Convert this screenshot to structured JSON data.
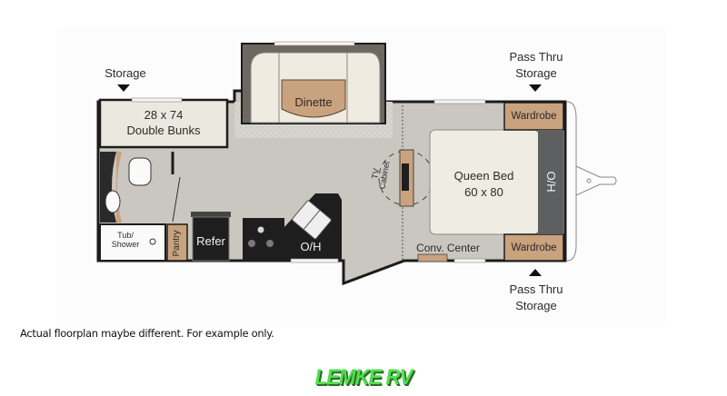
{
  "floorplan": {
    "labels": {
      "storage_rear": "Storage",
      "bunks_size": "28 x 74",
      "bunks_name": "Double Bunks",
      "dinette": "Dinette",
      "pass_thru_top_line1": "Pass Thru",
      "pass_thru_top_line2": "Storage",
      "wardrobe_top": "Wardrobe",
      "wardrobe_bottom": "Wardrobe",
      "tv_cabinet_line1": "TV",
      "tv_cabinet_line2": "Cabinet",
      "queen_bed_name": "Queen Bed",
      "queen_bed_size": "60 x 80",
      "overhead_front": "O/H",
      "conv_center": "Conv. Center",
      "pass_thru_bottom_line1": "Pass Thru",
      "pass_thru_bottom_line2": "Storage",
      "tub_shower_line1": "Tub/",
      "tub_shower_line2": "Shower",
      "pantry": "Pantry",
      "refer": "Refer",
      "overhead_kitchen": "O/H"
    },
    "colors": {
      "floor": "#c9c7bf",
      "carpet": "#dcdad3",
      "cabinet_tan": "#c9a27e",
      "bed_cream": "#efece3",
      "wall": "#1c1c1c",
      "appliance": "#1e1e1e",
      "overhead_gray": "#5e5f61"
    }
  },
  "footer": {
    "disclaimer": "Actual floorplan maybe different. For example only.",
    "brand": "LEMKE RV"
  }
}
